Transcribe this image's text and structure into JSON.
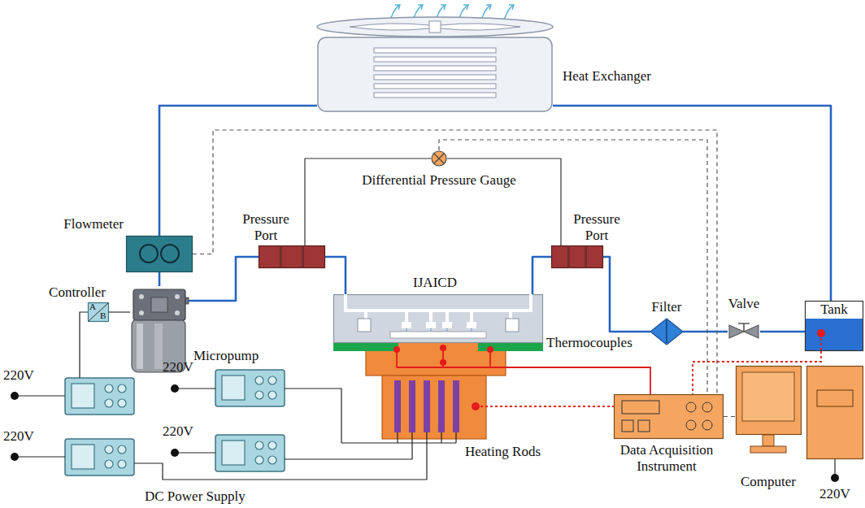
{
  "diagram": {
    "nodes": [
      {
        "text": [
          "Heat Exchanger"
        ]
      },
      {
        "text": [
          "Differential Pressure Gauge"
        ]
      },
      {
        "text": [
          "Flowmeter"
        ]
      },
      {
        "text": [
          "Pressure Port"
        ]
      },
      {
        "text": [
          "Pressure Port"
        ]
      },
      {
        "text": [
          "IJAICD"
        ]
      },
      {
        "text": [
          "Controller",
          "A",
          "B"
        ]
      },
      {
        "text": [
          "Micropump"
        ]
      },
      {
        "text": [
          "Filter"
        ]
      },
      {
        "text": [
          "Valve"
        ]
      },
      {
        "text": [
          "Tank"
        ]
      },
      {
        "text": [
          "Data Acquisition Instrument"
        ]
      },
      {
        "text": [
          "Computer"
        ]
      }
    ],
    "edges": [
      {
        "from": 0,
        "to": 2,
        "arrow": "none"
      },
      {
        "from": 2,
        "to": 7,
        "arrow": "none"
      },
      {
        "from": 7,
        "to": 3,
        "arrow": "none"
      },
      {
        "from": 3,
        "to": 5,
        "arrow": "none"
      },
      {
        "from": 5,
        "to": 4,
        "arrow": "none"
      },
      {
        "from": 4,
        "to": 8,
        "arrow": "none"
      },
      {
        "from": 8,
        "to": 9,
        "arrow": "none"
      },
      {
        "from": 9,
        "to": 10,
        "arrow": "none"
      },
      {
        "from": 10,
        "to": 0,
        "arrow": "none"
      },
      {
        "from": 3,
        "to": 1,
        "arrow": "none"
      },
      {
        "from": 1,
        "to": 4,
        "arrow": "none"
      },
      {
        "from": 6,
        "to": 7,
        "arrow": "none"
      },
      {
        "from": 2,
        "to": 11,
        "arrow": "none"
      },
      {
        "from": 1,
        "to": 11,
        "arrow": "none"
      },
      {
        "from": 11,
        "to": 12,
        "arrow": "none"
      }
    ],
    "labels": [
      "Thermocouples",
      "Heating Rods",
      "220V",
      "220V",
      "220V",
      "220V",
      "DC Power Supply",
      "220V"
    ]
  }
}
